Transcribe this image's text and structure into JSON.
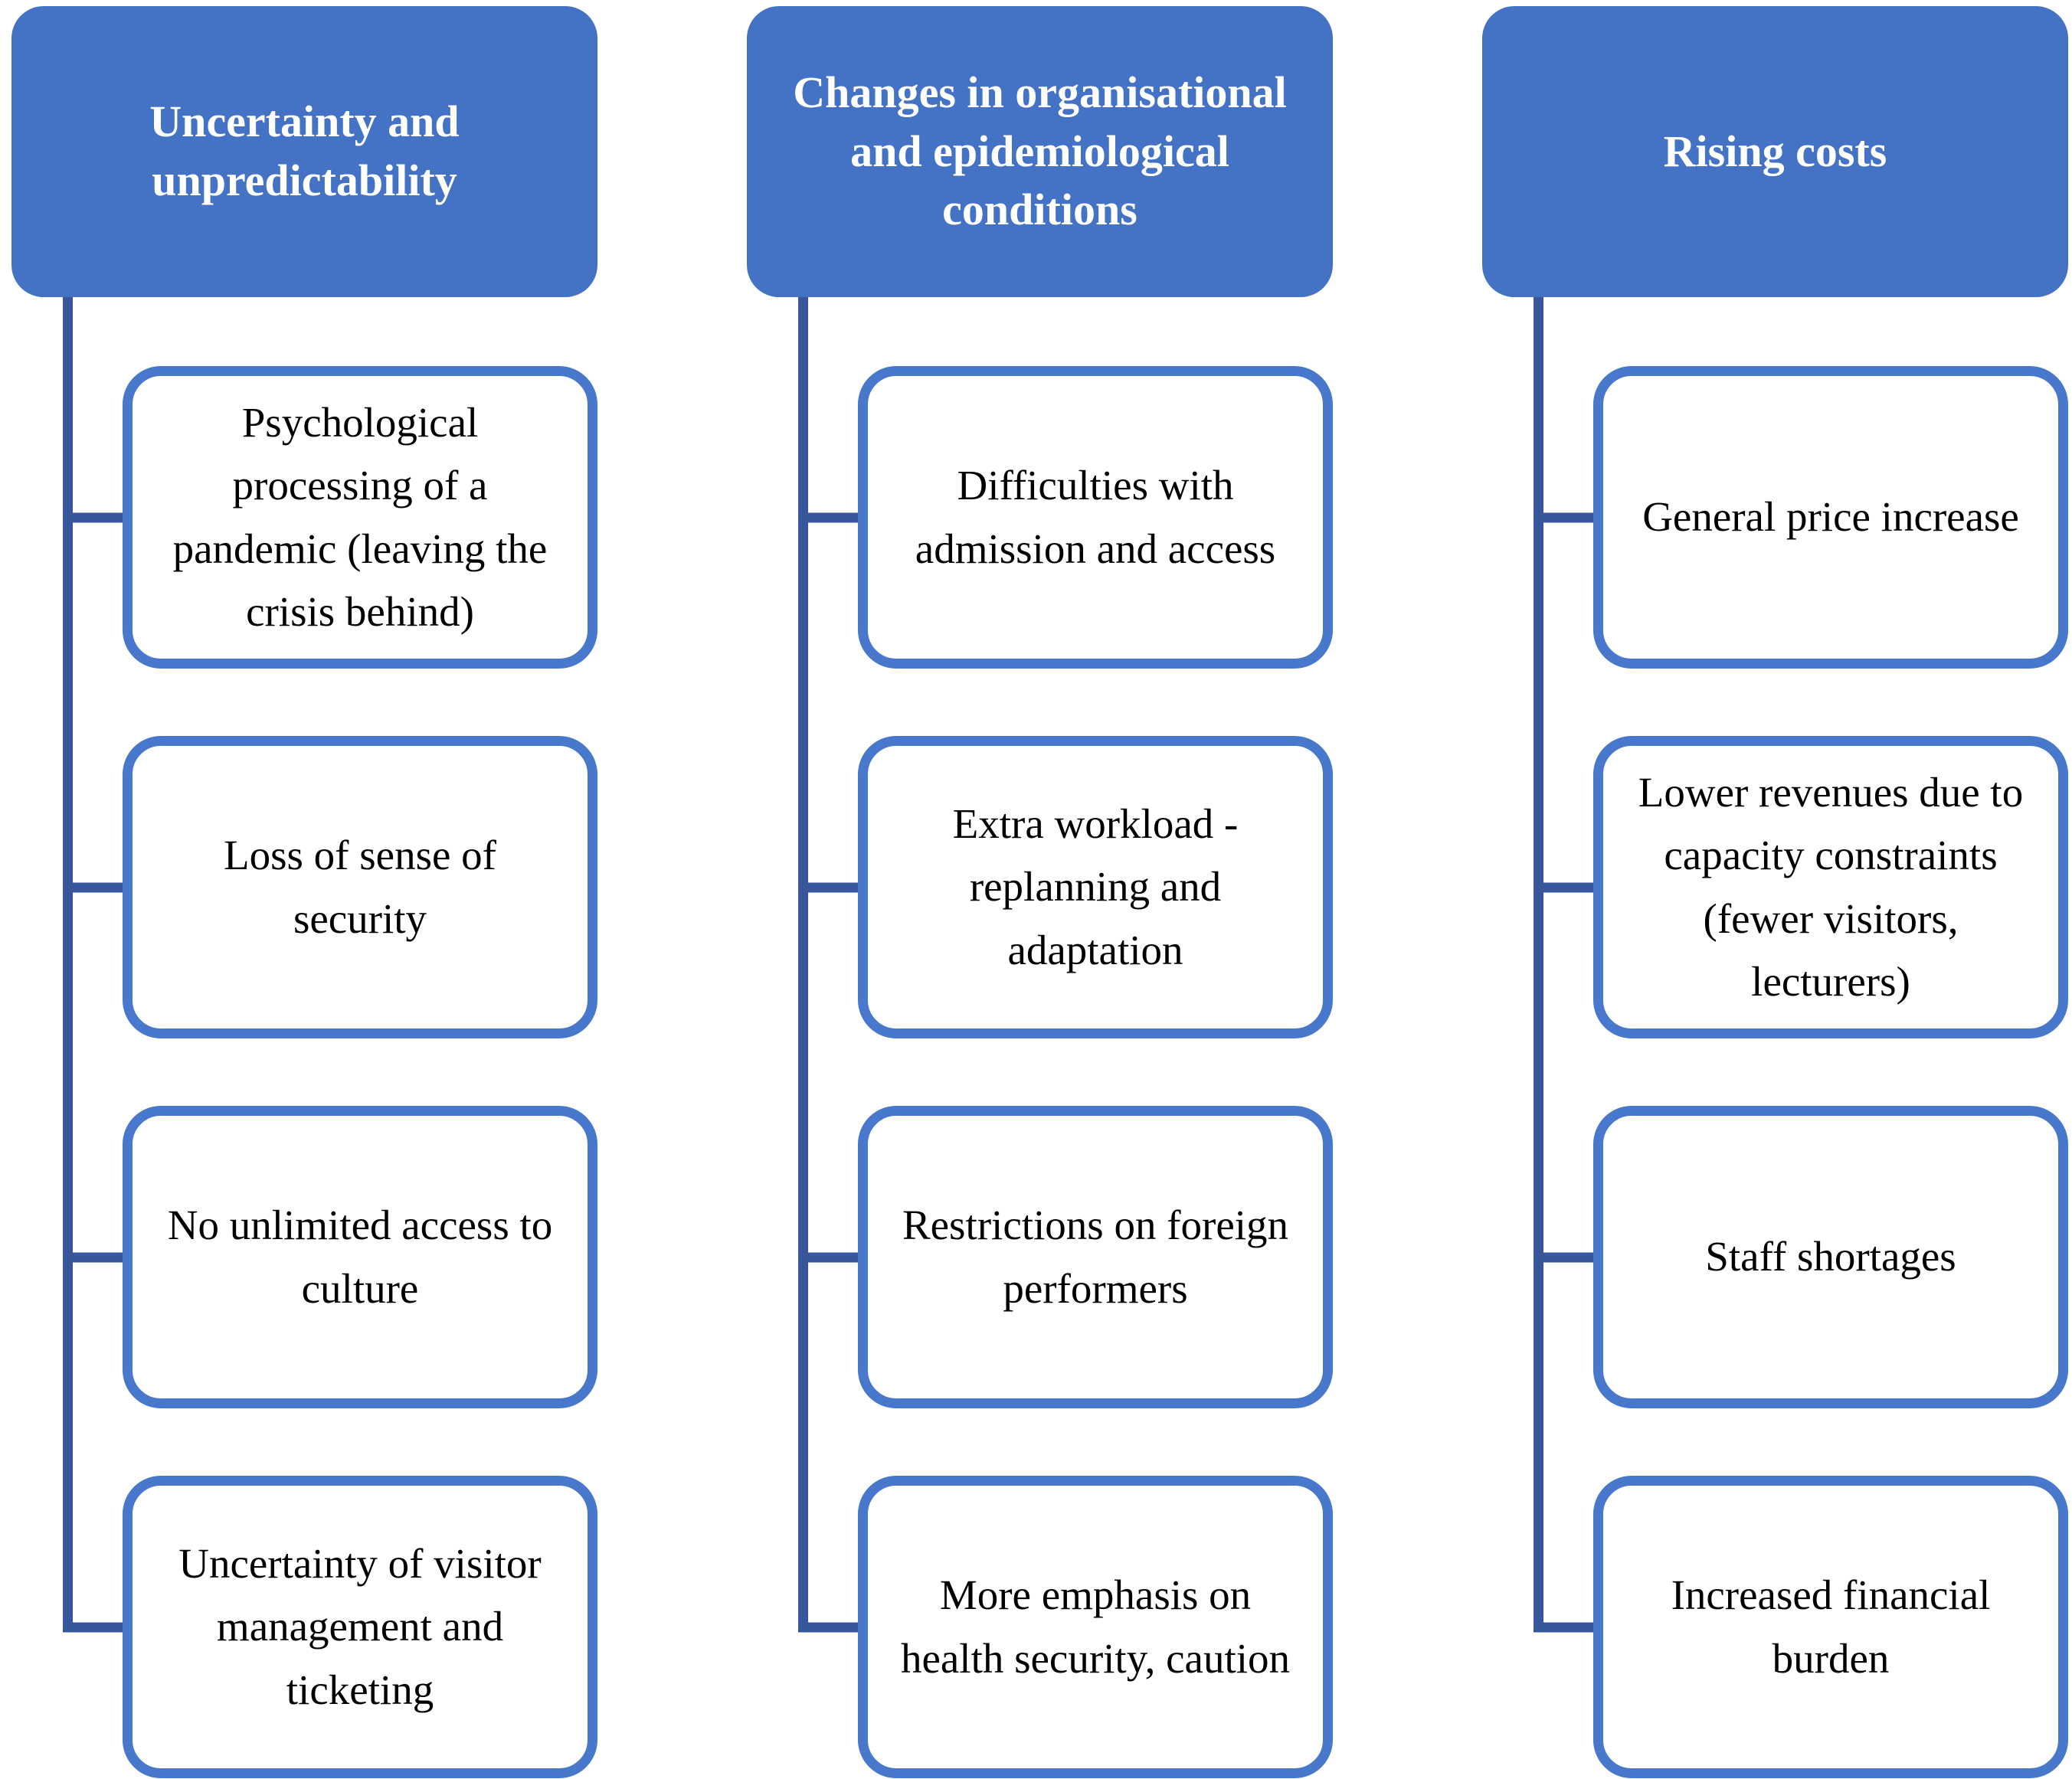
{
  "diagram": {
    "colors": {
      "header_fill": "#4472C4",
      "child_border": "#4878CB",
      "connector": "#37569B",
      "header_text": "#FFFFFF",
      "child_text": "#000000",
      "background": "#FFFFFF"
    },
    "columns": [
      {
        "header": "Uncertainty and unpredictability",
        "items": [
          "Psychological processing of a pandemic (leaving the crisis behind)",
          "Loss of sense of security",
          "No unlimited access to culture",
          "Uncertainty of visitor management and ticketing"
        ]
      },
      {
        "header": "Changes in organisational and epidemiological conditions",
        "items": [
          "Difficulties with admission and access",
          "Extra workload - replanning and adaptation",
          "Restrictions on foreign performers",
          "More emphasis on health security, caution"
        ]
      },
      {
        "header": "Rising costs",
        "items": [
          "General price increase",
          "Lower revenues due to capacity constraints (fewer visitors, lecturers)",
          "Staff shortages",
          "Increased financial burden"
        ]
      }
    ]
  }
}
